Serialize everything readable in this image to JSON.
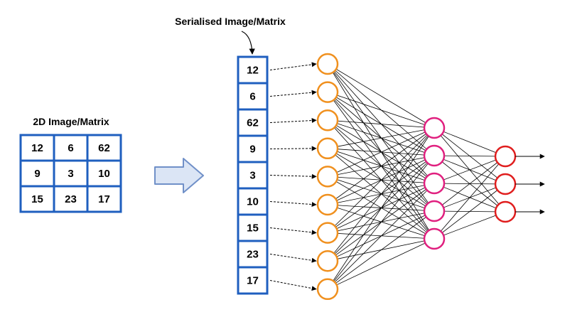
{
  "matrix_label": "2D Image/Matrix",
  "serial_label": "Serialised Image/Matrix",
  "matrix": [
    [
      "12",
      "6",
      "62"
    ],
    [
      "9",
      "3",
      "10"
    ],
    [
      "15",
      "23",
      "17"
    ]
  ],
  "serial": [
    "12",
    "6",
    "62",
    "9",
    "3",
    "10",
    "15",
    "23",
    "17"
  ],
  "layers": {
    "input_count": 9,
    "hidden_count": 5,
    "output_count": 3
  },
  "colors": {
    "grid": "#1f5fbf",
    "arrow_fill": "#dbe5f5",
    "arrow_stroke": "#7090c8",
    "input_node": "#f0901e",
    "hidden_node": "#e0207f",
    "output_node": "#e01e1e",
    "line": "#000000"
  }
}
